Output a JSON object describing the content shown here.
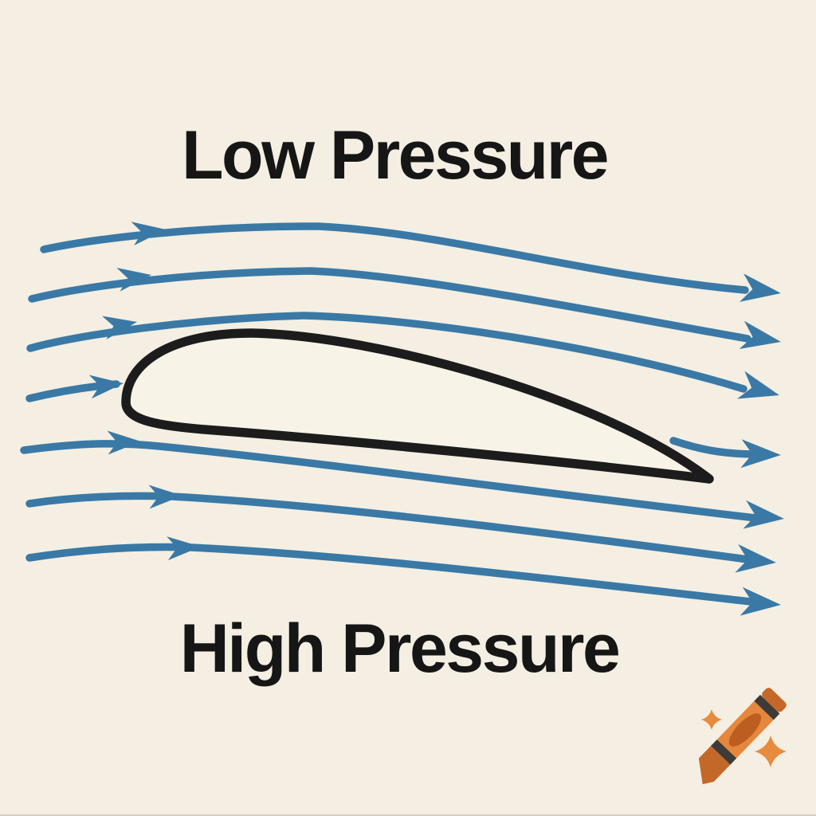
{
  "page": {
    "title": "Airfoil pressure flow diagram"
  },
  "labels": {
    "low_pressure": "Low Pressure",
    "high_pressure": "High Pressure"
  },
  "colors": {
    "background": "#F4EFE2",
    "streamline": "#3A79A6",
    "airfoil_outline": "#1C1C1C",
    "airfoil_fill": "#F7F3E7",
    "label_text": "#161616",
    "crayon_body": "#E5873C",
    "crayon_label": "#BC5E20",
    "crayon_tip": "#C4682A",
    "crayon_stripe": "#3E3A37",
    "sparkle": "#E78B3E"
  },
  "diagram": {
    "type": "airfoil-streamlines",
    "flow_direction": "left-to-right",
    "streamlines_above_airfoil": 4,
    "streamlines_below_airfoil": 3,
    "trailing_edge_streamlines": 1,
    "arrowhead_count": 14
  },
  "watermark": {
    "icon": "crayon-icon",
    "sparkle_count": 2
  }
}
